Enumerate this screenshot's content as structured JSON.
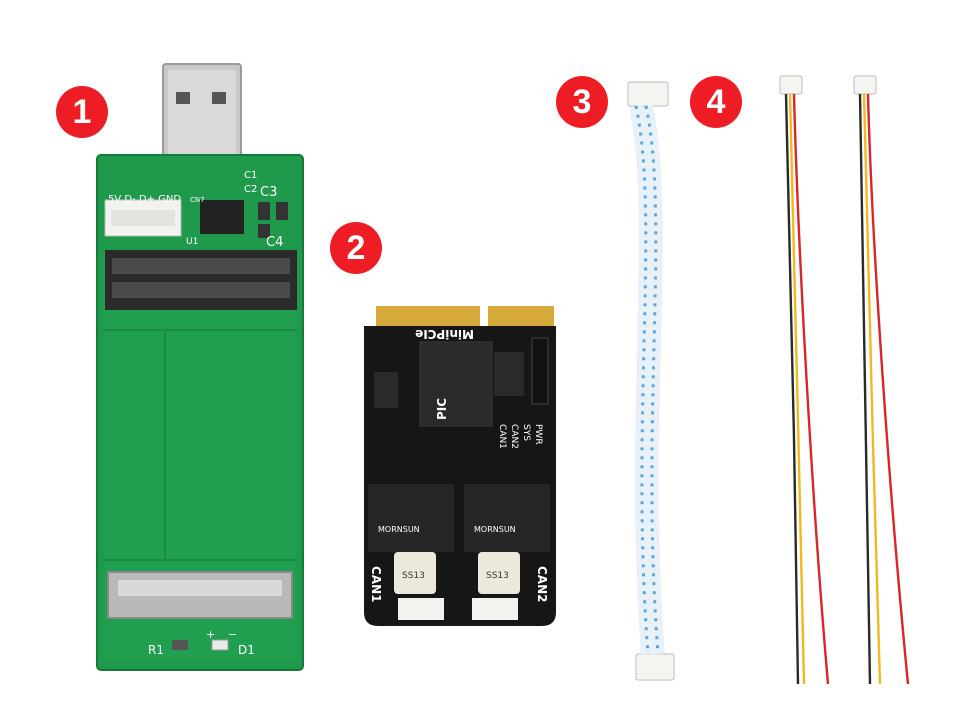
{
  "badges": {
    "b1": "1",
    "b2": "2",
    "b3": "3",
    "b4": "4"
  },
  "adapter_board": {
    "pins_label": "5V D- D+ GND",
    "cn_label": "CN7",
    "c1": "C1",
    "c2": "C2",
    "c3": "C3",
    "c4": "C4",
    "u1": "U1",
    "r1": "R1",
    "d1": "D1",
    "plus": "+",
    "minus": "−"
  },
  "minipcie_card": {
    "title": "MiniPCIe",
    "chip_brand": "PIC",
    "led_labels": [
      "PWR",
      "SYS",
      "CAN2",
      "CAN1"
    ],
    "can1": "CAN1",
    "can2": "CAN2",
    "module_brand": "MORNSUN",
    "module_code": "SS13"
  },
  "colors": {
    "badge_red": "#ee1c25",
    "pcb_green": "#1f9a4c",
    "card_black": "#161616",
    "cable_blue": "#5aa6e0",
    "wire_red": "#d8262b",
    "wire_yellow": "#f2b820",
    "wire_black": "#2a2a2a"
  }
}
